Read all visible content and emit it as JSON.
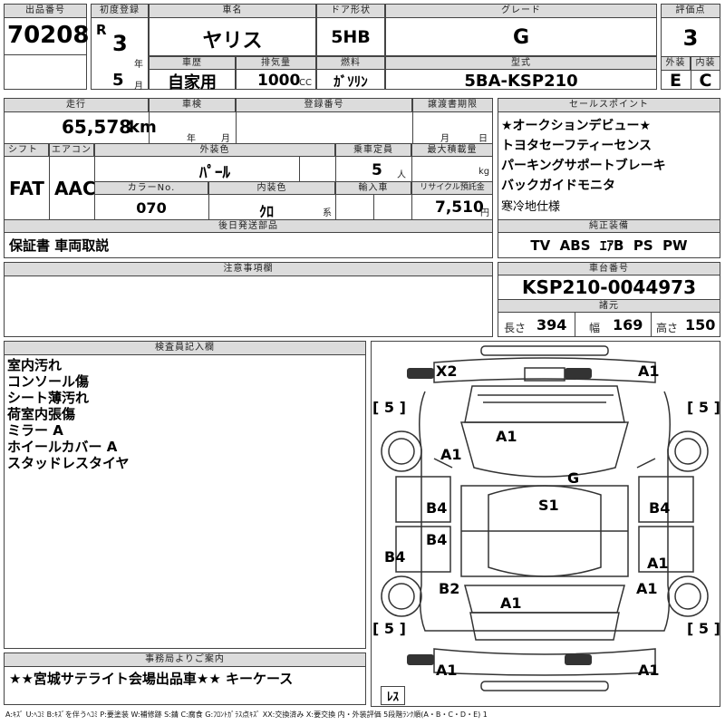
{
  "header": {
    "lot_no_label": "出品番号",
    "lot_no": "70208",
    "first_reg_label": "初度登録",
    "era": "R",
    "year": "3",
    "year_unit": "年",
    "month": "5",
    "month_unit": "月",
    "car_name_label": "車名",
    "car_name": "ヤリス",
    "door_label": "ドア形状",
    "door": "5HB",
    "grade_label": "グレード",
    "grade": "G",
    "score_label": "評価点",
    "score": "3",
    "history_label": "車歴",
    "history": "自家用",
    "displacement_label": "排気量",
    "displacement": "1000",
    "cc_unit": "CC",
    "fuel_label": "燃料",
    "fuel": "ｶﾞｿﾘﾝ",
    "model_label": "型式",
    "model": "5BA-KSP210",
    "exterior_label": "外装",
    "exterior": "E",
    "interior_label": "内装",
    "interior": "C"
  },
  "row2": {
    "mileage_label": "走行",
    "mileage": "65,578",
    "km_unit": "km",
    "inspection_label": "車検",
    "year_unit": "年",
    "month_unit": "月",
    "plate_label": "登録番号",
    "transfer_label": "譲渡書期限",
    "transfer_month": "月",
    "transfer_day": "日",
    "shift_label": "シフト",
    "shift": "FAT",
    "ac_label": "エアコン",
    "ac": "AAC",
    "ext_color_label": "外装色",
    "ext_color": "ﾊﾟｰﾙ",
    "capacity_label": "乗車定員",
    "capacity": "5",
    "capacity_unit": "人",
    "max_load_label": "最大積載量",
    "max_load_unit": "kg",
    "color_no_label": "カラーNo.",
    "color_no": "070",
    "int_color_label": "内装色",
    "int_color": "ｸﾛ",
    "int_color_unit": "系",
    "import_label": "輸入車",
    "recycle_label": "リサイクル預託金",
    "recycle": "7,510",
    "recycle_unit": "円",
    "later_label": "後日発送部品",
    "later": "保証書 車両取説"
  },
  "sales": {
    "label": "セールスポイント",
    "items": [
      "★オークションデビュー★",
      "トヨタセーフティーセンス",
      "パーキングサポートブレーキ",
      "バックガイドモニタ",
      "寒冷地仕様"
    ]
  },
  "equipment": {
    "label": "純正装備",
    "items": "TV  ABS  ｴｱB  PS  PW"
  },
  "notes": {
    "label": "注意事項欄"
  },
  "chassis": {
    "label": "車台番号",
    "number": "KSP210-0044973",
    "dims_label": "諸元",
    "len_label": "長さ",
    "len": "394",
    "wid_label": "幅",
    "wid": "169",
    "hgt_label": "高さ",
    "hgt": "150"
  },
  "inspector": {
    "label": "検査員記入欄",
    "lines": [
      "室内汚れ",
      "コンソール傷",
      "シート薄汚れ",
      "荷室内張傷",
      "ミラー A",
      "ホイールカバー A",
      "スタッドレスタイヤ"
    ]
  },
  "diagram": {
    "marks": {
      "x2": "X2",
      "a1_fr": "A1",
      "a1_hood": "A1",
      "a1_lf": "A1",
      "g": "G",
      "b4_ld": "B4",
      "b4_rd": "B4",
      "s1": "S1",
      "b4_lr": "B4",
      "b4_lo": "B4",
      "a1_rr": "A1",
      "b2": "B2",
      "a1_rq": "A1",
      "a1_trunk": "A1",
      "a1_bl": "A1",
      "a1_br": "A1"
    },
    "tires": {
      "fl": "5",
      "fr": "5",
      "rl": "5",
      "rr": "5"
    },
    "spare": "ﾚｽ"
  },
  "office": {
    "label": "事務局よりご案内",
    "text": "★★宮城サテライト会場出品車★★ キーケース"
  },
  "legend": "A:ｷｽﾞ U:ﾍｺﾐ B:ｷｽﾞを伴うﾍｺﾐ P:要塗装 W:補修跡 S:錆 C:腐食 G:ﾌﾛﾝﾄｶﾞﾗｽ点ｷｽﾞ XX:交換済み X:要交換 内・外装評価 5段階ﾗﾝｸ順(A・B・C・D・E) 1"
}
